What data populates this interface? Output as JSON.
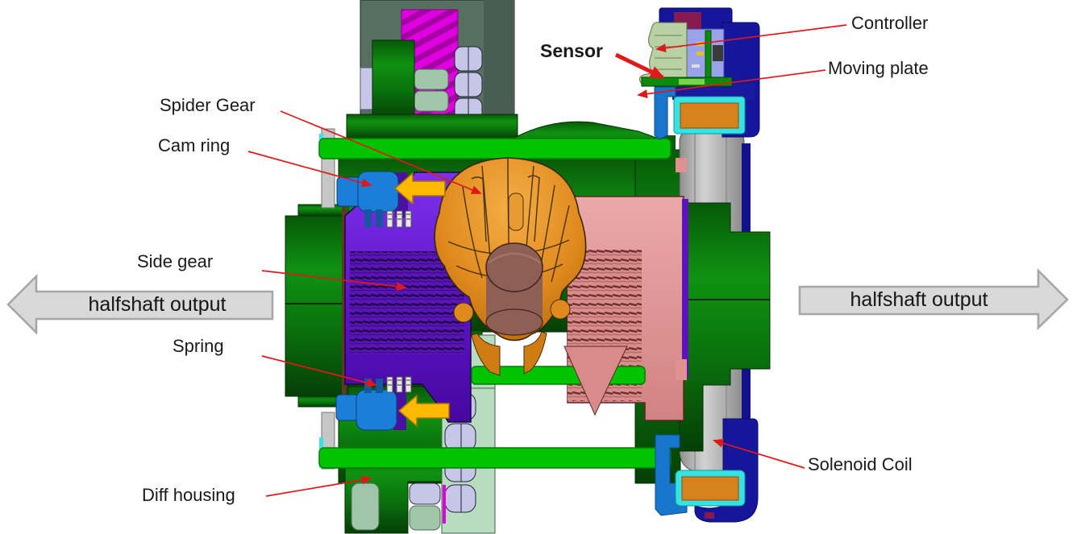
{
  "labels": {
    "sensor": "Sensor",
    "controller": "Controller",
    "moving_plate": "Moving plate",
    "spider_gear": "Spider Gear",
    "cam_ring": "Cam ring",
    "side_gear": "Side gear",
    "spring": "Spring",
    "diff_housing": "Diff housing",
    "solenoid_coil": "Solenoid Coil"
  },
  "arrows": {
    "left": {
      "label": "halfshaft output"
    },
    "right": {
      "label": "halfshaft output"
    }
  },
  "colors": {
    "housing_green": "#0c7d12",
    "housing_green_dark": "#05480a",
    "pin_green": "#00c400",
    "ring_gear_magenta": "#df00df",
    "spider_gear_orange": "#e08a1e",
    "pinion_shaft_brown": "#8f5e55",
    "side_gear_purple": "#6a1ed2",
    "side_gear_purple_dark": "#4a10a0",
    "clutch_pink": "#df9191",
    "cam_ring_blue": "#1b7fd9",
    "actuator_yellow": "#ffb900",
    "solenoid_gray": "#b0b0b0",
    "coil_orange": "#d8821e",
    "coil_cyan": "#38e2e2",
    "moving_plate_blue": "#1877cd",
    "housing_navy": "#16169d",
    "sensor_sage": "#b9cfa4",
    "controller_periwinkle": "#9aa2ec",
    "pcb_green": "#0c8a0c",
    "bearing_lavender": "#c6c6e8",
    "roller_sage": "#a0c6aa",
    "cage_pale_green": "#b7dcc0",
    "washer_gray": "#c6c6c6",
    "maroon": "#871a4e",
    "leader_red": "#e11818",
    "output_arrow_fill": "#d9d9d9",
    "output_arrow_stroke": "#a6a6a6"
  }
}
